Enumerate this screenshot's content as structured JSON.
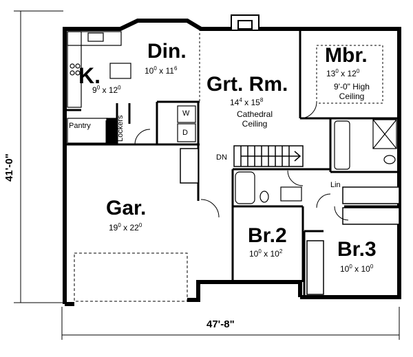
{
  "overall": {
    "width": "47'-8\"",
    "depth": "41'-0\""
  },
  "rooms": {
    "kitchen": {
      "name": "K.",
      "w": "9",
      "wi": "0",
      "d": "12",
      "di": "0"
    },
    "dining": {
      "name": "Din.",
      "w": "10",
      "wi": "0",
      "d": "11",
      "di": "6"
    },
    "great": {
      "name": "Grt. Rm.",
      "w": "14",
      "wi": "4",
      "d": "15",
      "di": "8",
      "note1": "Cathedral",
      "note2": "Ceiling"
    },
    "master": {
      "name": "Mbr.",
      "w": "13",
      "wi": "0",
      "d": "12",
      "di": "0",
      "note1": "9'-0\" High",
      "note2": "Ceiling"
    },
    "garage": {
      "name": "Gar.",
      "w": "19",
      "wi": "0",
      "d": "22",
      "di": "0"
    },
    "bedroom2": {
      "name": "Br.2",
      "w": "10",
      "wi": "0",
      "d": "10",
      "di": "2"
    },
    "bedroom3": {
      "name": "Br.3",
      "w": "10",
      "wi": "0",
      "d": "10",
      "di": "0"
    }
  },
  "labels": {
    "pantry": "Pantry",
    "lockers": "Lockers",
    "washer": "W",
    "dryer": "D",
    "down": "DN",
    "linen": "Lin"
  }
}
